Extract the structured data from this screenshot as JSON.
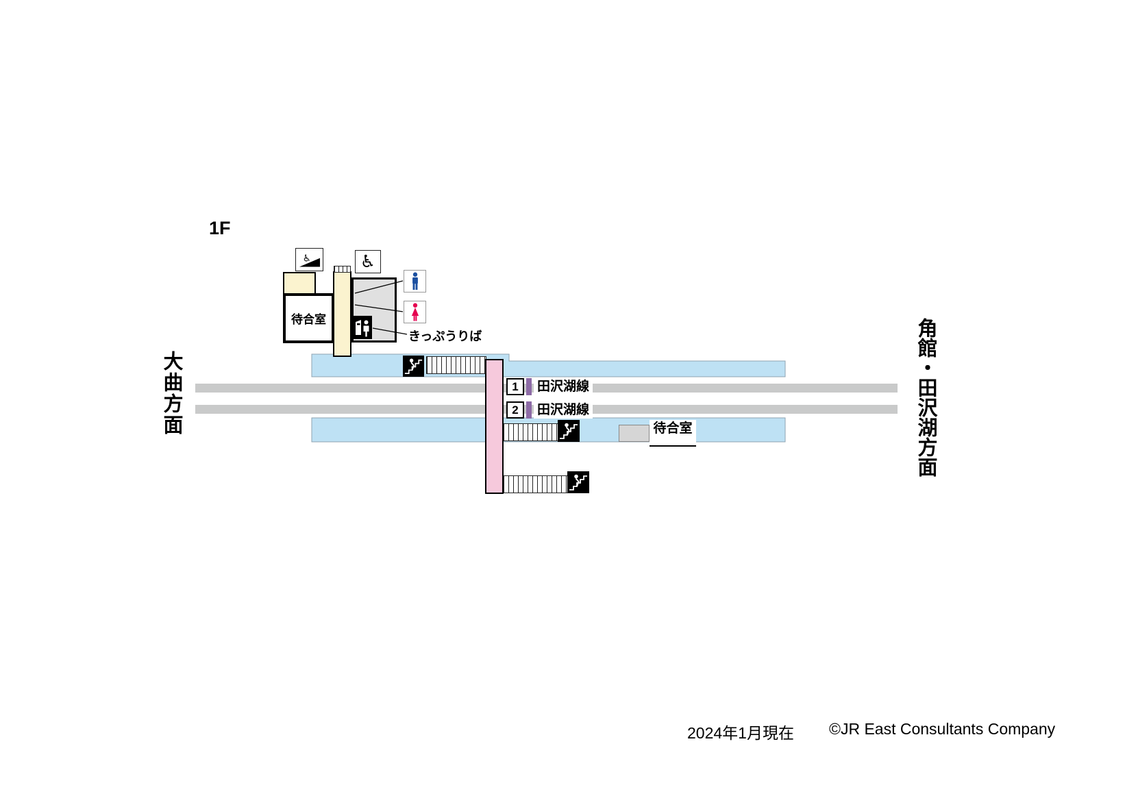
{
  "floor_label": "1F",
  "directions": {
    "left": "大曲方面",
    "right": "角館・田沢湖方面"
  },
  "labels": {
    "waiting_room_upper": "待合室",
    "waiting_room_lower": "待合室",
    "ticket_office": "きっぷうりば"
  },
  "platforms": [
    {
      "number": "1",
      "line": "田沢湖線"
    },
    {
      "number": "2",
      "line": "田沢湖線"
    }
  ],
  "glyphs": {
    "wheelchair": "♿"
  },
  "icons": {
    "wheelchair_ramp": "wheelchair-on-ramp",
    "wheelchair": "wheelchair-symbol",
    "mens_restroom": "male-figure",
    "womens_restroom": "female-figure",
    "ticket_machine": "ticket-vending-machine-with-person",
    "stairs": "person-climbing-stairs"
  },
  "footer": {
    "date": "2024年1月現在",
    "copyright": "©JR East Consultants Company"
  },
  "colors": {
    "platform": "#BEE1F4",
    "track": "#C9CACA",
    "corridor": "#F6C9DC",
    "building": "#FBF3CF",
    "line_purple": "#8D6BA6",
    "mens_blue": "#1C50A0",
    "womens_red": "#E5004F"
  }
}
